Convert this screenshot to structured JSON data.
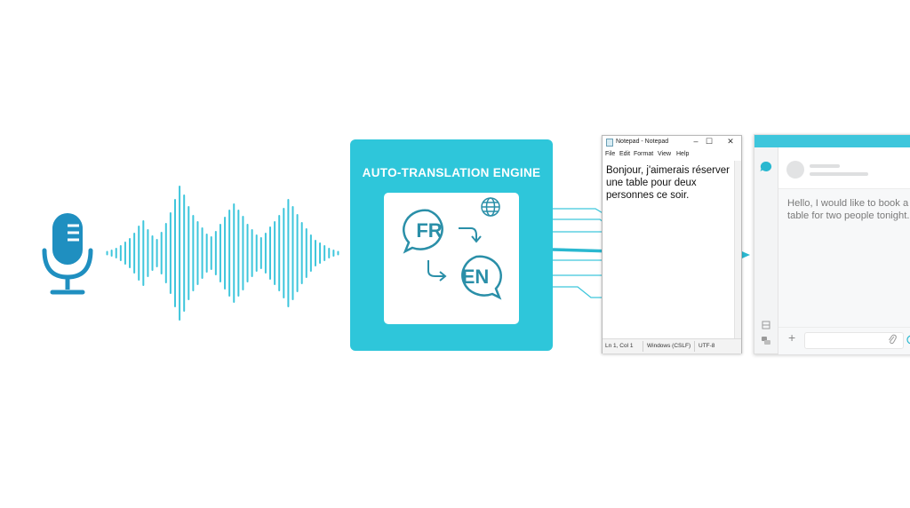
{
  "engine": {
    "title": "AUTO-TRANSLATION ENGINE",
    "source_lang": "FR",
    "target_lang": "EN"
  },
  "notepad": {
    "title": "Notepad - Notepad",
    "menu": [
      "File",
      "Edit",
      "Format",
      "View",
      "Help"
    ],
    "text": "Bonjour, j'aimerais réserver une table pour deux personnes ce soir.",
    "status": {
      "position": "Ln 1, Col 1",
      "line_ending": "Windows (CSLF)",
      "encoding": "UTF-8"
    }
  },
  "chat": {
    "message": "Hello, I would like to book a table for two people tonight."
  },
  "icons": [
    "microphone-icon",
    "globe-icon",
    "chat-bubble-icon",
    "paperclip-icon",
    "plus-icon"
  ],
  "colors": {
    "accent": "#2ec6da",
    "primary_blue": "#1f8fc0",
    "text_dark": "#2a8fa8"
  }
}
